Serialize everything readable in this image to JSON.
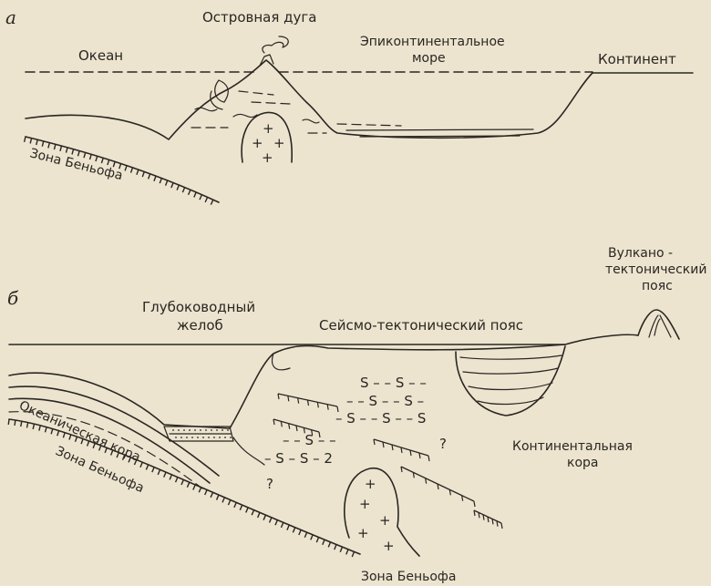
{
  "panel_a": {
    "letter": "a",
    "labels": {
      "island_arc": "Островная дуга",
      "ocean": "Океан",
      "epicontinental_sea_1": "Эпиконтинентальное",
      "epicontinental_sea_2": "море",
      "continent": "Континент",
      "benioff_zone": "Зона Беньофа"
    }
  },
  "panel_b": {
    "letter": "б",
    "labels": {
      "trench_1": "Глубоководный",
      "trench_2": "желоб",
      "seismo_belt": "Сейсмо-тектонический пояс",
      "volcano_1": "Вулкано -",
      "volcano_2": "тектонический",
      "volcano_3": "пояс",
      "oceanic_crust": "Океаническая кора",
      "benioff_zone_1": "Зона Беньофа",
      "benioff_zone_2": "Зона Беньофа",
      "continental_crust_1": "Континентальная",
      "continental_crust_2": "кора",
      "question": "?"
    }
  }
}
